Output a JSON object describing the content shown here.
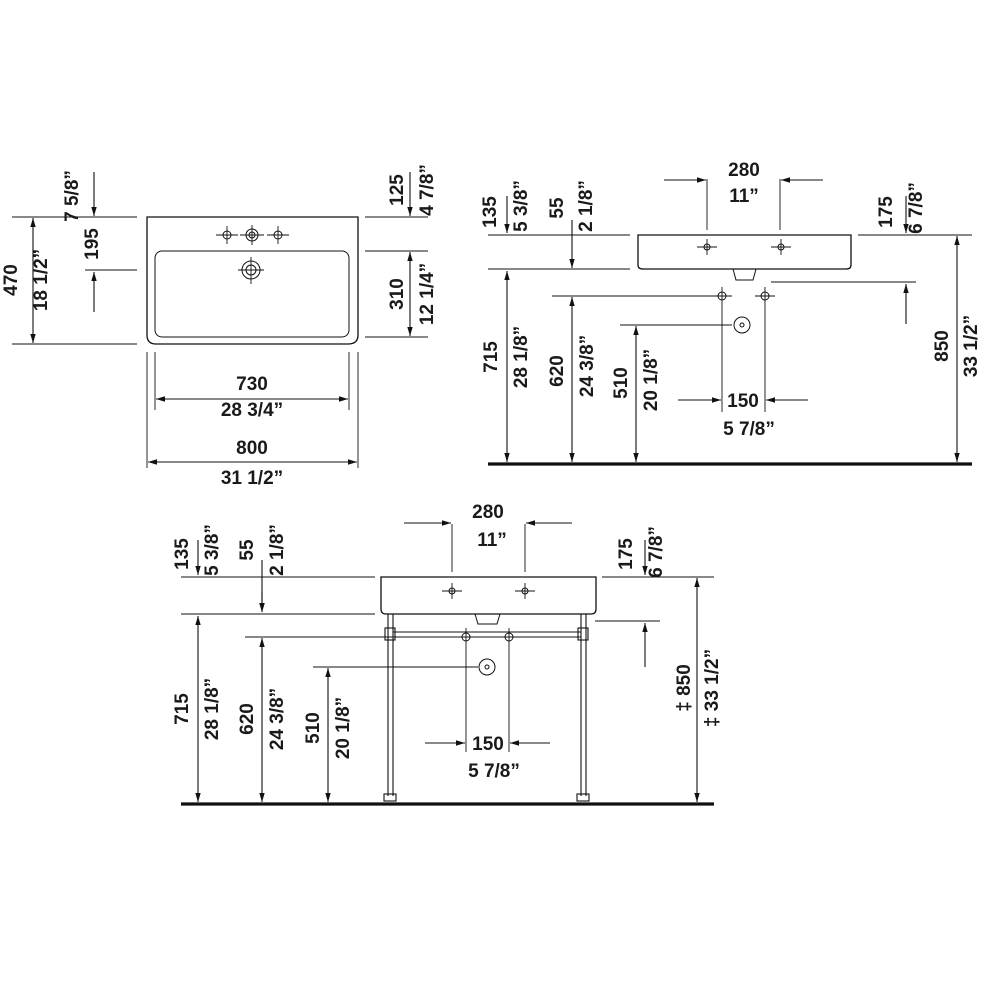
{
  "top_view": {
    "d7_5_8": "7 5/8”",
    "d195": "195",
    "d470": "470",
    "d18_1_2": "18 1/2”",
    "d125": "125",
    "d4_7_8": "4 7/8”",
    "d310": "310",
    "d12_1_4": "12 1/4”",
    "d730": "730",
    "d28_3_4": "28 3/4”",
    "d800": "800",
    "d31_1_2": "31 1/2”"
  },
  "side_view": {
    "d280": "280",
    "d11": "11”",
    "d135": "135",
    "d5_3_8": "5 3/8”",
    "d55": "55",
    "d2_1_8": "2 1/8”",
    "d175": "175",
    "d6_7_8": "6 7/8”",
    "d715": "715",
    "d28_1_8": "28 1/8”",
    "d620": "620",
    "d24_3_8": "24 3/8”",
    "d510": "510",
    "d20_1_8": "20 1/8”",
    "d150": "150",
    "d5_7_8": "5 7/8”",
    "d850": "850",
    "d33_1_2": "33 1/2”"
  },
  "stand_view": {
    "d280": "280",
    "d11": "11”",
    "d135": "135",
    "d5_3_8": "5 3/8”",
    "d55": "55",
    "d2_1_8": "2 1/8”",
    "d175": "175",
    "d6_7_8": "6 7/8”",
    "d715": "715",
    "d28_1_8": "28 1/8”",
    "d620": "620",
    "d24_3_8": "24 3/8”",
    "d510": "510",
    "d20_1_8": "20 1/8”",
    "d150": "150",
    "d5_7_8": "5 7/8”",
    "d850": "‡ 850",
    "d33_1_2": "‡ 33 1/2”"
  }
}
